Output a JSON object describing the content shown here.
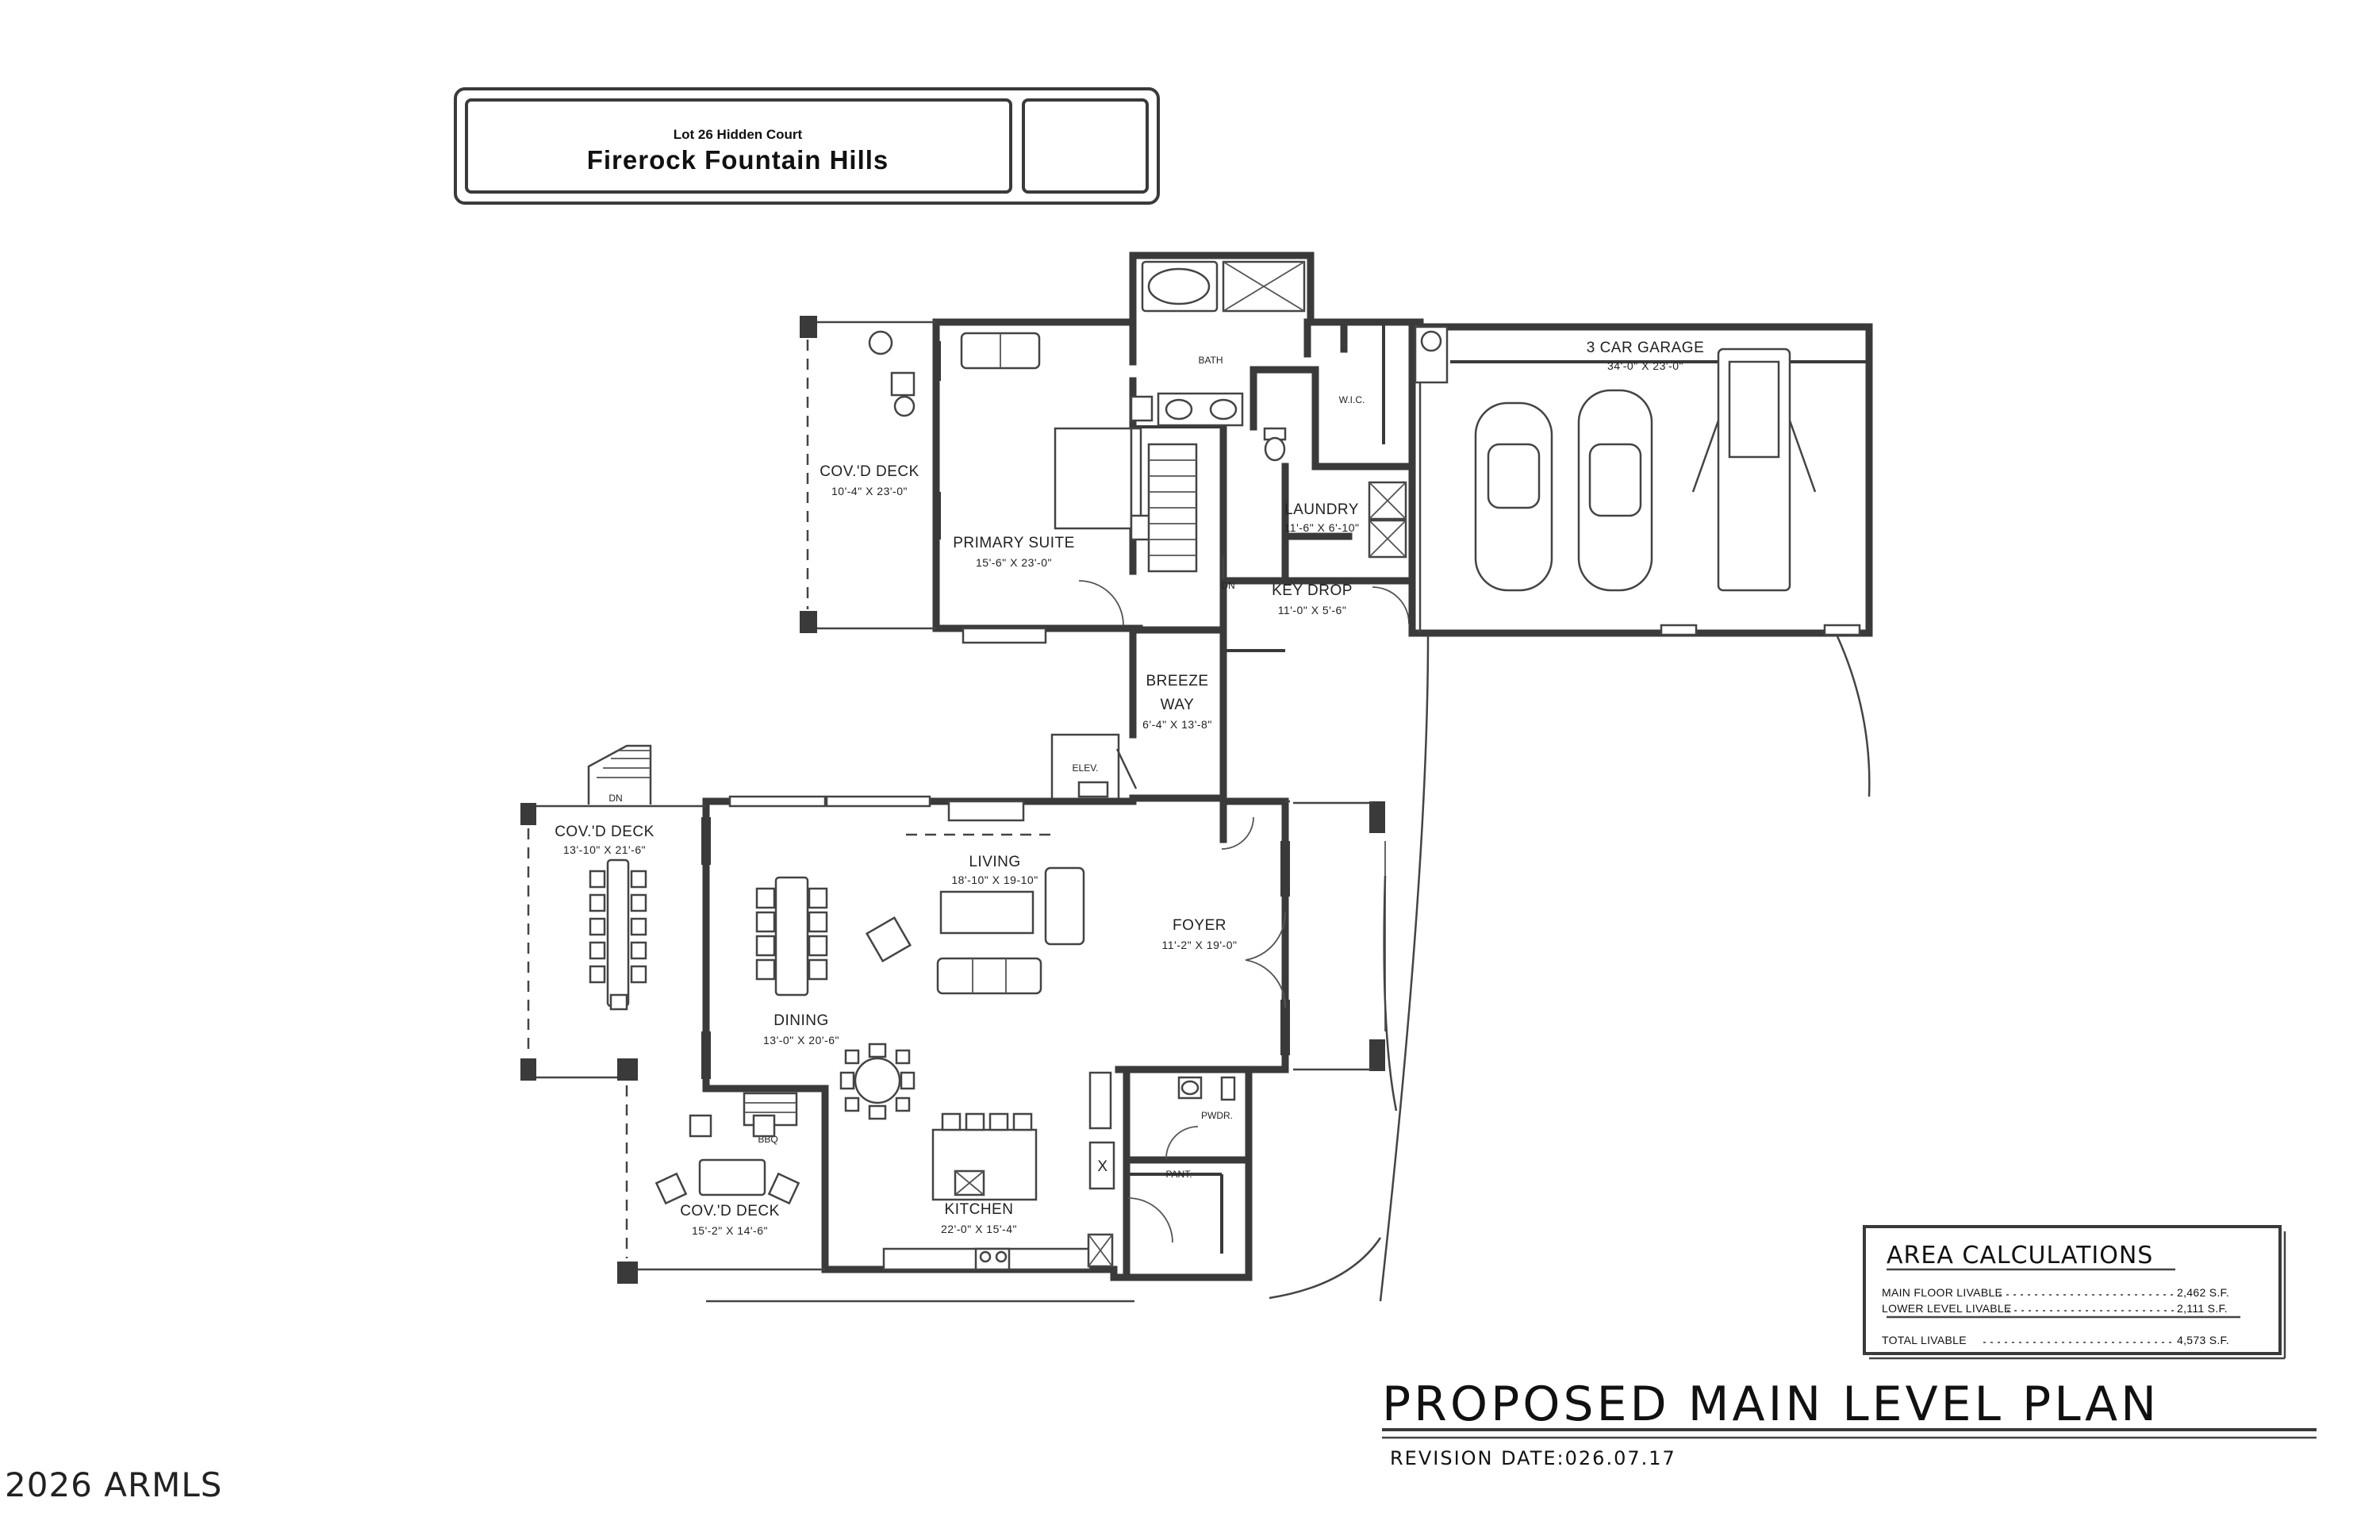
{
  "title_block": {
    "lot": "Lot 26 Hidden Court",
    "project": "Firerock Fountain Hills"
  },
  "rooms": {
    "primary_suite": {
      "name": "PRIMARY SUITE",
      "dim": "15'-6\" X 23'-0\""
    },
    "covd_deck_primary": {
      "name": "COV.'D DECK",
      "dim": "10'-4\" X 23'-0\""
    },
    "bath": {
      "name": "BATH"
    },
    "wic": {
      "name": "W.I.C."
    },
    "laundry": {
      "name": "LAUNDRY",
      "dim": "11'-6\" X 6'-10\""
    },
    "key_drop": {
      "name": "KEY DROP",
      "dim": "11'-0\" X 5'-6\""
    },
    "garage": {
      "name": "3 CAR GARAGE",
      "dim": "34'-0\" X 23'-0\""
    },
    "breezeway": {
      "name1": "BREEZE",
      "name2": "WAY",
      "dim": "6'-4\" X 13'-8\""
    },
    "elev": {
      "name": "ELEV."
    },
    "covd_deck_dining": {
      "name": "COV.'D DECK",
      "dim": "13'-10\" X 21'-6\""
    },
    "living": {
      "name": "LIVING",
      "dim": "18'-10\" X 19-10\""
    },
    "foyer": {
      "name": "FOYER",
      "dim": "11'-2\" X 19'-0\""
    },
    "dining": {
      "name": "DINING",
      "dim": "13'-0\" X 20'-6\""
    },
    "kitchen": {
      "name": "KITCHEN",
      "dim": "22'-0\" X 15'-4\""
    },
    "covd_deck_bbq": {
      "name": "COV.'D DECK",
      "dim": "15'-2\" X 14'-6\""
    },
    "bbq": {
      "name": "BBQ"
    },
    "pwdr": {
      "name": "PWDR."
    },
    "pant": {
      "name": "PANT."
    },
    "dn_stair": "DN",
    "dn_deck": "DN",
    "x_mark": "X"
  },
  "area_calculations": {
    "heading": "AREA CALCULATIONS",
    "rows": [
      {
        "label": "MAIN FLOOR LIVABLE",
        "value": "2,462 S.F."
      },
      {
        "label": "LOWER LEVEL LIVABLE",
        "value": "2,111 S.F."
      },
      {
        "label": "TOTAL LIVABLE",
        "value": "4,573 S.F."
      }
    ]
  },
  "plan_title": "PROPOSED MAIN LEVEL PLAN",
  "revision": "REVISION DATE:026.07.17",
  "copyright": "2026 ARMLS"
}
